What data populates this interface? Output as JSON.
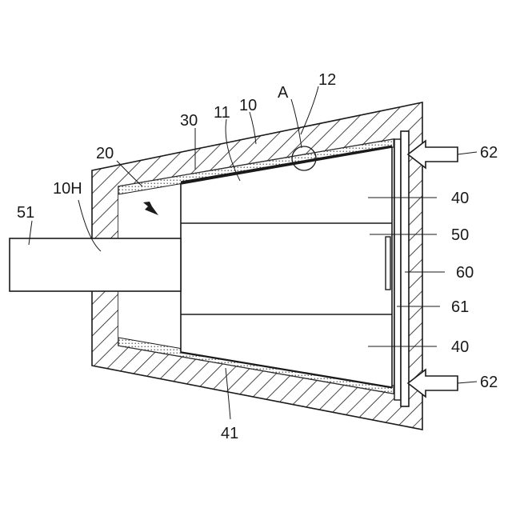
{
  "labels": {
    "housing_top": "12",
    "detail_circle": "A",
    "housing": "10",
    "inner_surface": "11",
    "coating": "30",
    "internal_space": "20",
    "hole": "10H",
    "shaft": "51",
    "magnet_upper": "40",
    "rotor_core": "50",
    "cover_plate": "60",
    "cover_layer": "61",
    "magnet_lower": "40",
    "push_arrow_upper": "62",
    "push_arrow_lower": "62",
    "bottom_coating": "41"
  },
  "colors": {
    "line": "#1a1a1a",
    "background": "#ffffff",
    "hatch": "#1a1a1a",
    "dots": "#333333"
  }
}
